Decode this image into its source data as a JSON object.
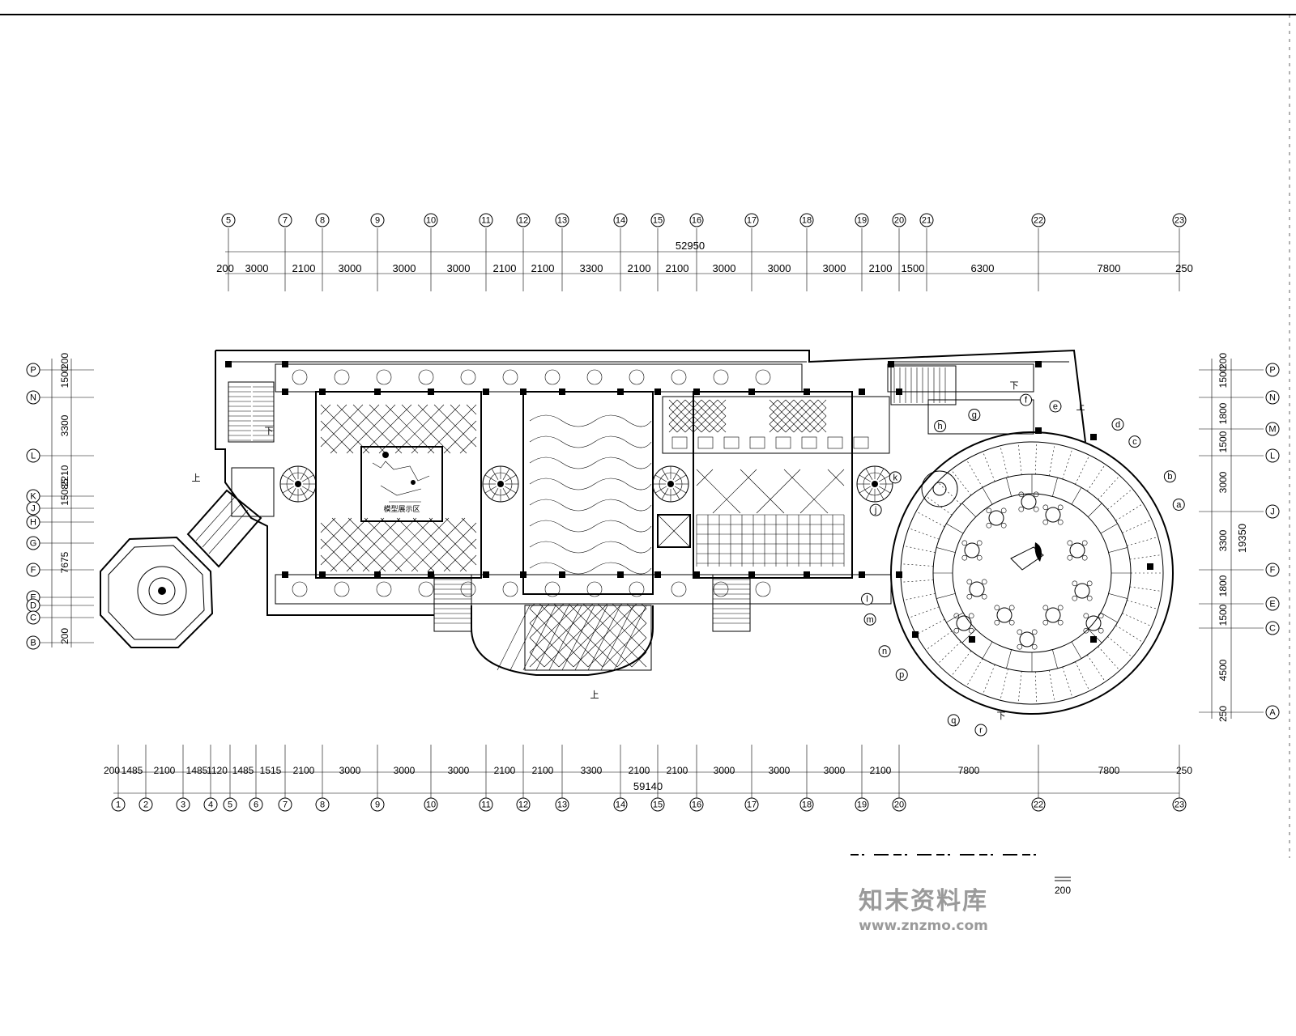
{
  "drawing": {
    "top_axes": [
      "5",
      "7",
      "8",
      "9",
      "10",
      "11",
      "12",
      "13",
      "14",
      "15",
      "16",
      "17",
      "18",
      "19",
      "20",
      "21",
      "22",
      "23"
    ],
    "top_total": "52950",
    "top_dims": [
      "200",
      "3000",
      "2100",
      "3000",
      "3000",
      "3000",
      "2100",
      "2100",
      "3300",
      "2100",
      "2100",
      "3000",
      "3000",
      "3000",
      "2100",
      "1500",
      "6300",
      "7800",
      "250"
    ],
    "bottom_axes": [
      "1",
      "2",
      "3",
      "4",
      "5",
      "6",
      "7",
      "8",
      "9",
      "10",
      "11",
      "12",
      "13",
      "14",
      "15",
      "16",
      "17",
      "18",
      "19",
      "20",
      "22",
      "23"
    ],
    "bottom_total": "59140",
    "bottom_dims": [
      "200",
      "1485",
      "2100",
      "1485",
      "1120",
      "1485",
      "1515",
      "2100",
      "3000",
      "3000",
      "3000",
      "2100",
      "2100",
      "3300",
      "2100",
      "2100",
      "3000",
      "3000",
      "3000",
      "2100",
      "7800",
      "7800",
      "250"
    ],
    "left_axes": [
      "P",
      "N",
      "L",
      "K",
      "J",
      "H",
      "G",
      "F",
      "E",
      "D",
      "C",
      "B"
    ],
    "left_dims": [
      "1500",
      "200",
      "3300",
      "2210",
      "15085",
      "7675",
      "200"
    ],
    "right_axes": [
      "P",
      "N",
      "M",
      "L",
      "J",
      "F",
      "E",
      "C",
      "A"
    ],
    "right_dims": [
      "200",
      "1500",
      "1800",
      "1500",
      "3000",
      "3300",
      "1800",
      "1500",
      "4500",
      "250"
    ],
    "right_total": "19350",
    "circle_axes": [
      "a",
      "b",
      "c",
      "d",
      "e",
      "f",
      "g",
      "h",
      "k",
      "j",
      "l",
      "m",
      "n",
      "p",
      "q",
      "r"
    ],
    "stair_labels": [
      "上",
      "下",
      "上",
      "下",
      "上",
      "下"
    ],
    "scale_note": "200"
  },
  "watermark": {
    "name": "知末资料库",
    "url": "www.znzmo.com"
  }
}
